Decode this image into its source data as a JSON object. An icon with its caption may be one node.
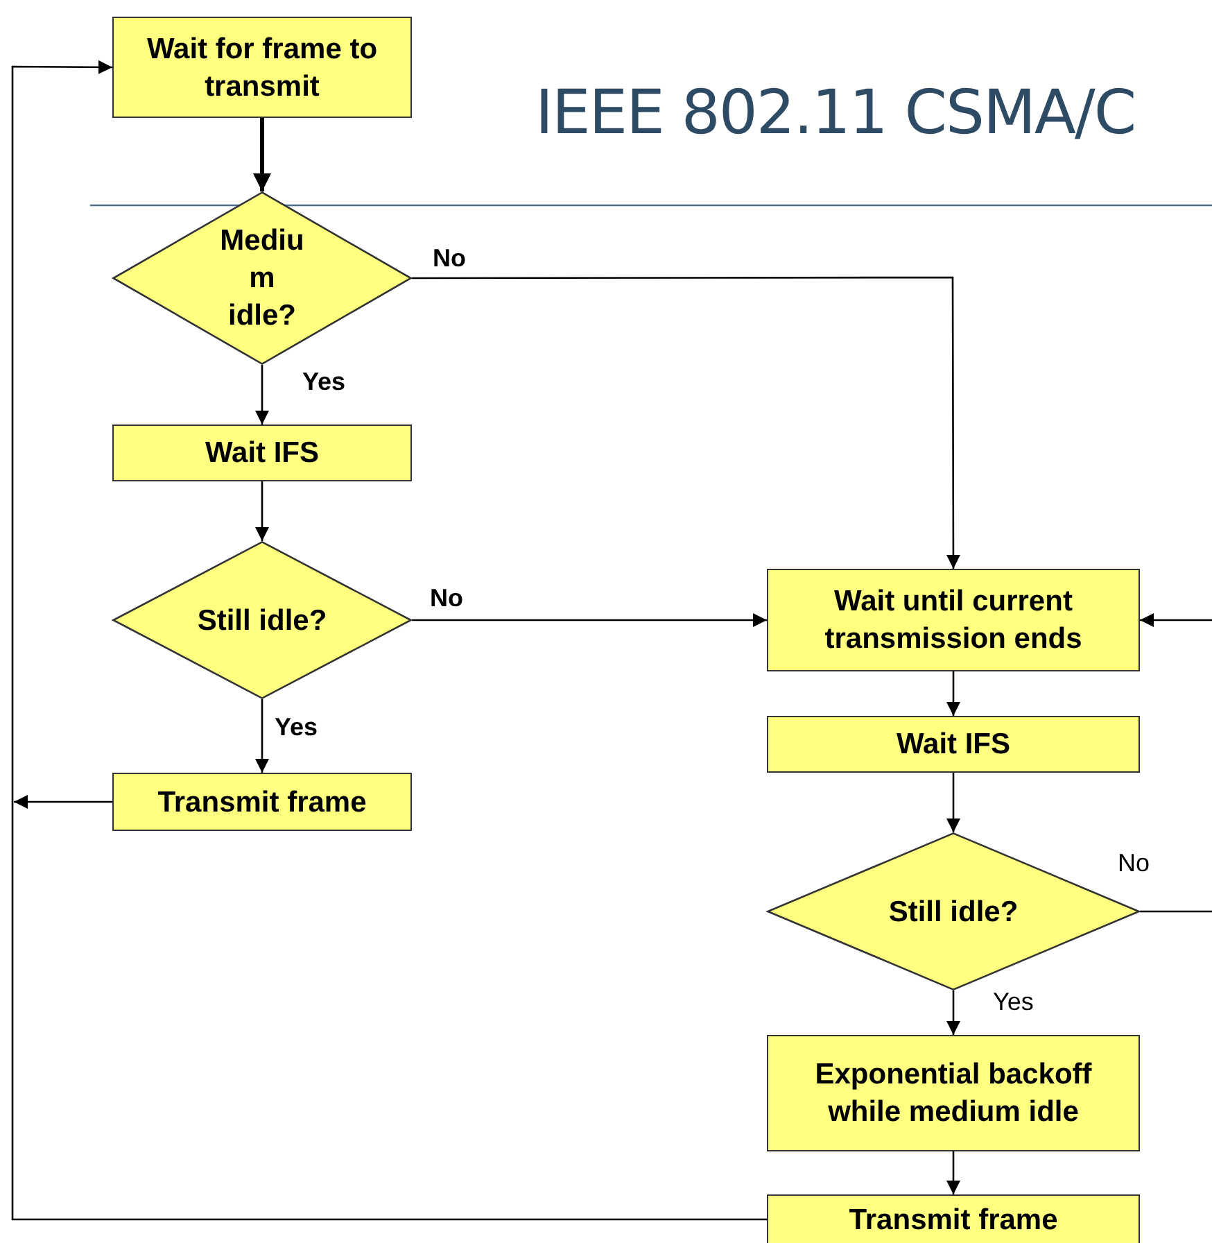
{
  "diagram": {
    "title": "IEEE 802.11 CSMA/C",
    "nodes": [
      {
        "text": [
          "Wait for frame to transmit"
        ]
      },
      {
        "text": [
          "Mediu m idle?"
        ]
      },
      {
        "text": [
          "Wait IFS"
        ]
      },
      {
        "text": [
          "Still idle?"
        ]
      },
      {
        "text": [
          "Transmit frame"
        ]
      },
      {
        "text": [
          "Wait until current transmission ends"
        ]
      },
      {
        "text": [
          "Wait IFS"
        ]
      },
      {
        "text": [
          "Still idle?"
        ]
      },
      {
        "text": [
          "Exponential backoff while medium idle"
        ]
      },
      {
        "text": [
          "Transmit frame"
        ]
      }
    ],
    "edges": [
      {
        "from": 0,
        "to": 1,
        "arrow": "to",
        "style": "thick"
      },
      {
        "from": 1,
        "to": 5,
        "arrow": "to",
        "label": "No"
      },
      {
        "from": 1,
        "to": 2,
        "arrow": "to",
        "label": "Yes"
      },
      {
        "from": 2,
        "to": 3,
        "arrow": "to"
      },
      {
        "from": 3,
        "to": 5,
        "arrow": "to",
        "label": "No"
      },
      {
        "from": 3,
        "to": 4,
        "arrow": "to",
        "label": "Yes"
      },
      {
        "from": 4,
        "to": null,
        "arrow": "to"
      },
      {
        "from": null,
        "to": 5,
        "arrow": "to"
      },
      {
        "from": 5,
        "to": 6,
        "arrow": "to"
      },
      {
        "from": 6,
        "to": 7,
        "arrow": "to"
      },
      {
        "from": 7,
        "to": null,
        "arrow": "none",
        "label": "No"
      },
      {
        "from": 7,
        "to": 8,
        "arrow": "to",
        "label": "Yes"
      },
      {
        "from": 8,
        "to": 9,
        "arrow": "to"
      },
      {
        "from": 9,
        "to": 0,
        "arrow": "to"
      }
    ]
  }
}
